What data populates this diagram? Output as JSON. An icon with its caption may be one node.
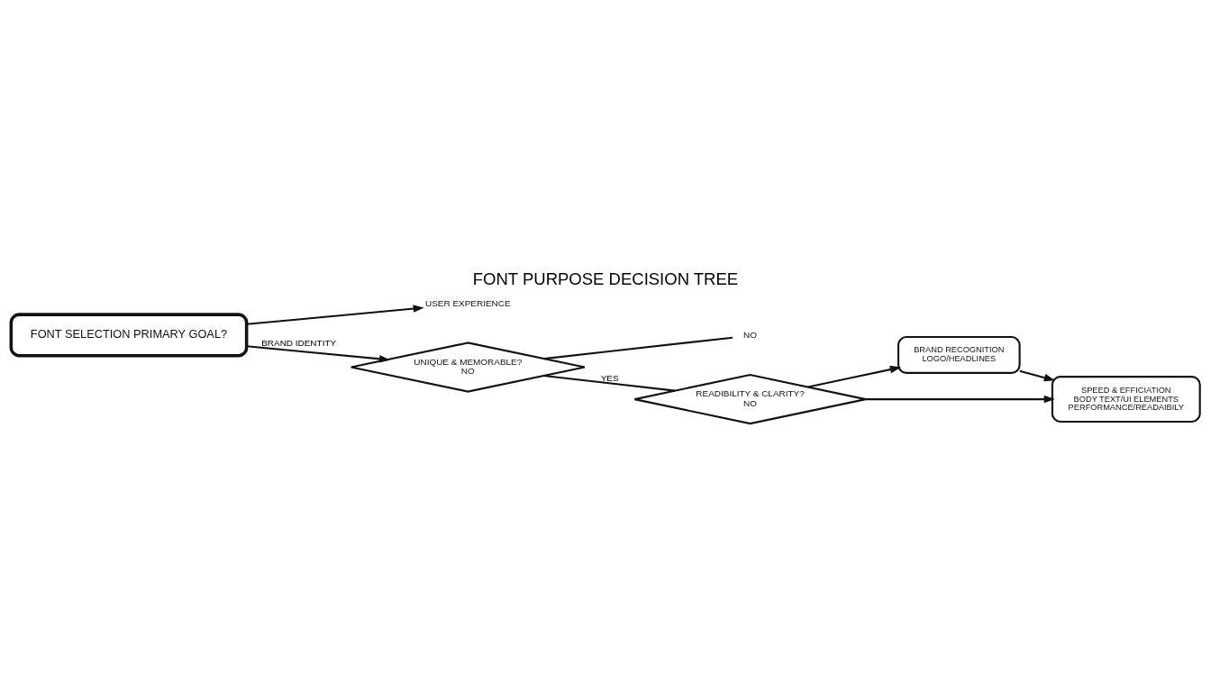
{
  "diagram": {
    "title": "FONT PURPOSE DECISION TREE",
    "nodes": [
      {
        "text": [
          "FONT SELECTION PRIMARY GOAL?"
        ]
      },
      {
        "text": [
          "USER EXPERIENCE"
        ]
      },
      {
        "text": [
          "UNIQUE & MEMORABLE?",
          "NO"
        ]
      },
      {
        "text": [
          "NO"
        ]
      },
      {
        "text": [
          "READIBILITY & CLARITY?",
          "NO"
        ]
      },
      {
        "text": [
          "BRAND RECOGNITION",
          "LOGO/HEADLINES"
        ]
      },
      {
        "text": [
          "SPEED & EFFICIATION",
          "BODY TEXT/UI ELEMENTS",
          "PERFORMANCE/READAIBILY"
        ]
      }
    ],
    "edges": [
      {
        "from": 0,
        "to": 2,
        "arrow": "to",
        "label": "BRAND IDENTITY"
      },
      {
        "from": 0,
        "to": 1,
        "arrow": "to"
      },
      {
        "from": 2,
        "to": 3,
        "arrow": "none"
      },
      {
        "from": 2,
        "to": 4,
        "arrow": "none",
        "label": "YES"
      },
      {
        "from": 4,
        "to": 5,
        "arrow": "to"
      },
      {
        "from": 5,
        "to": 6,
        "arrow": "to"
      },
      {
        "from": 4,
        "to": 6,
        "arrow": "to"
      }
    ]
  }
}
